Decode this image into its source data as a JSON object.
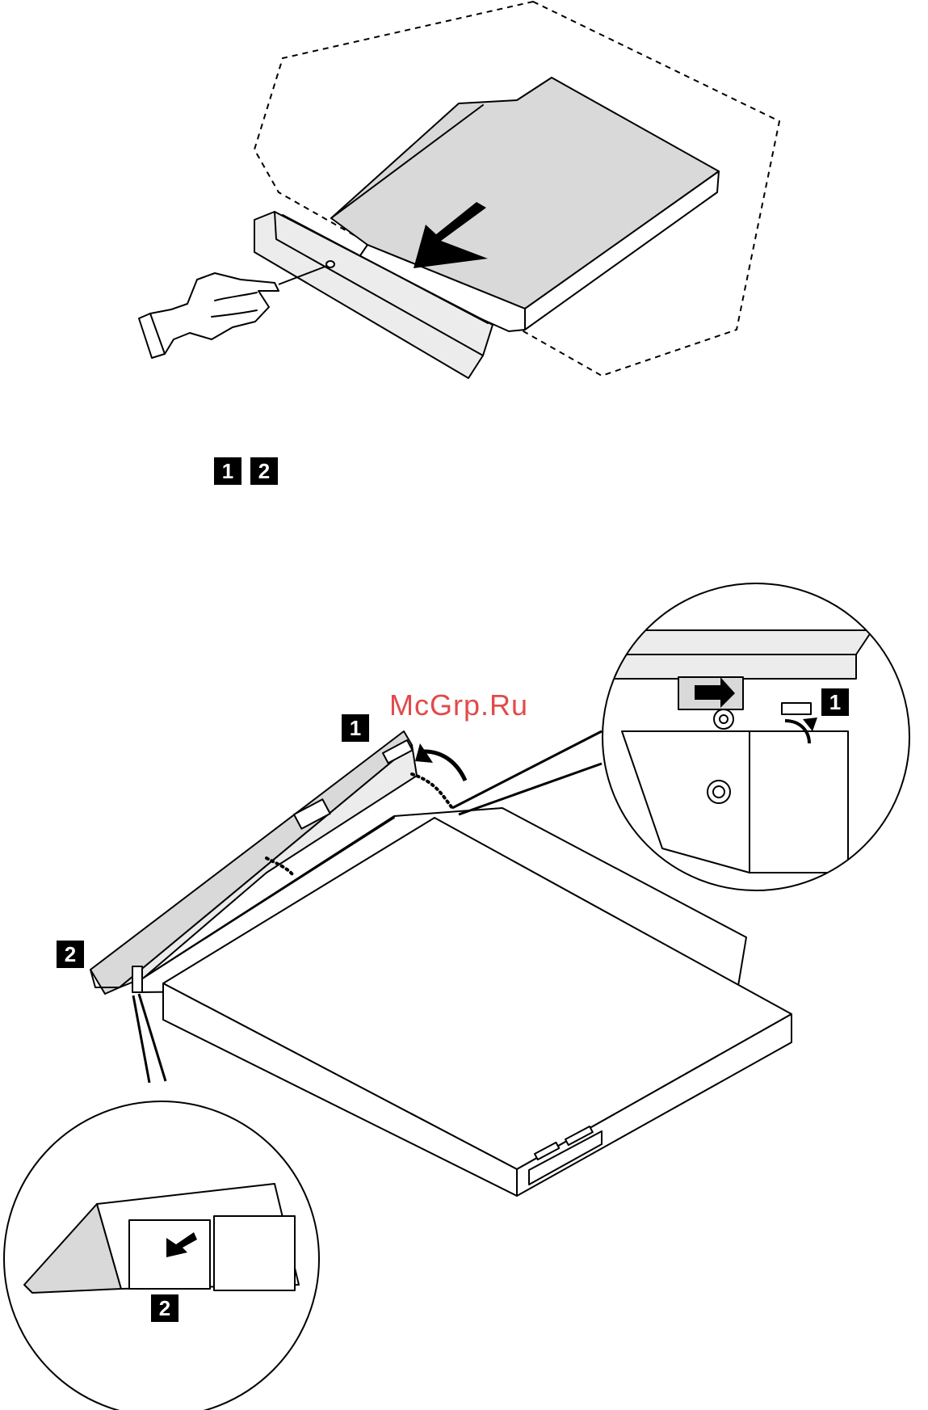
{
  "document": {
    "steps_row": [
      "1",
      "2"
    ],
    "callouts": {
      "top_bezel_label": "1",
      "bottom_bezel_label": "2",
      "zoom_top_label": "1",
      "zoom_bottom_label": "2"
    },
    "watermark_text": "McGrp.Ru"
  },
  "icons": [
    "hand-pin-icon",
    "arrow-icon"
  ],
  "colors": {
    "line": "#000000",
    "fill_grey": "#d9d9d9",
    "watermark": "#e24a4a"
  }
}
